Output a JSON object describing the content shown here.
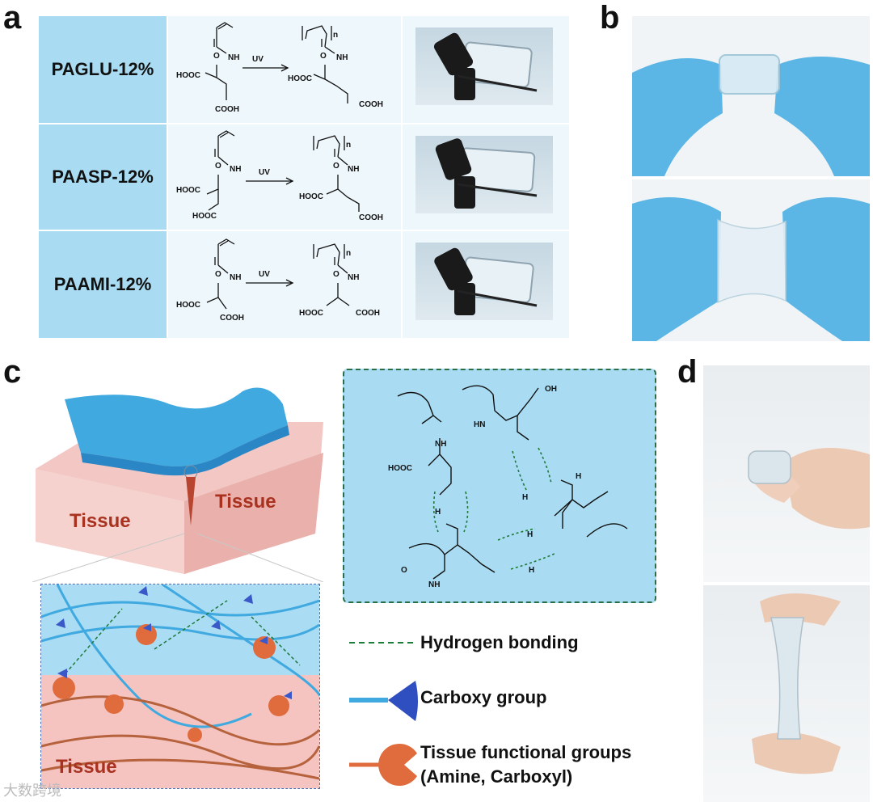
{
  "panel_letters": {
    "a": "a",
    "b": "b",
    "c": "c",
    "d": "d"
  },
  "panel_a": {
    "rows": [
      {
        "name": "PAGLU-12%",
        "reaction": "UV",
        "mono_acid1": "HOOC",
        "mono_acid2": "COOH",
        "poly_acid1": "HOOC",
        "poly_acid2": "COOH",
        "nh": "NH",
        "o": "O",
        "n": "n"
      },
      {
        "name": "PAASP-12%",
        "reaction": "UV",
        "mono_acid1": "HOOC",
        "mono_acid2": "HOOC",
        "poly_acid1": "HOOC",
        "poly_acid2": "COOH",
        "nh": "NH",
        "o": "O",
        "n": "n"
      },
      {
        "name": "PAAMI-12%",
        "reaction": "UV",
        "mono_acid1": "HOOC",
        "mono_acid2": "COOH",
        "poly_acid1": "HOOC",
        "poly_acid2": "COOH",
        "nh": "NH",
        "o": "O",
        "n": "n"
      }
    ]
  },
  "panel_c": {
    "tissue_left": "Tissue",
    "tissue_right": "Tissue",
    "tissue_bottom": "Tissue",
    "chem_labels": {
      "oh": "OH",
      "hn": "HN",
      "nh": "NH",
      "h": "H",
      "hooc": "HOOC",
      "o": "O"
    },
    "legend": {
      "hbond": "Hydrogen bonding",
      "carboxy": "Carboxy group",
      "tissue_groups_line1": "Tissue functional groups",
      "tissue_groups_line2": "(Amine, Carboxyl)"
    },
    "colors": {
      "hydrogel": "#3fa9e0",
      "tissue": "#f2b7b3",
      "tissue_text": "#a8321f",
      "bond": "#1f7a3a"
    }
  },
  "watermark": "大数跨境"
}
